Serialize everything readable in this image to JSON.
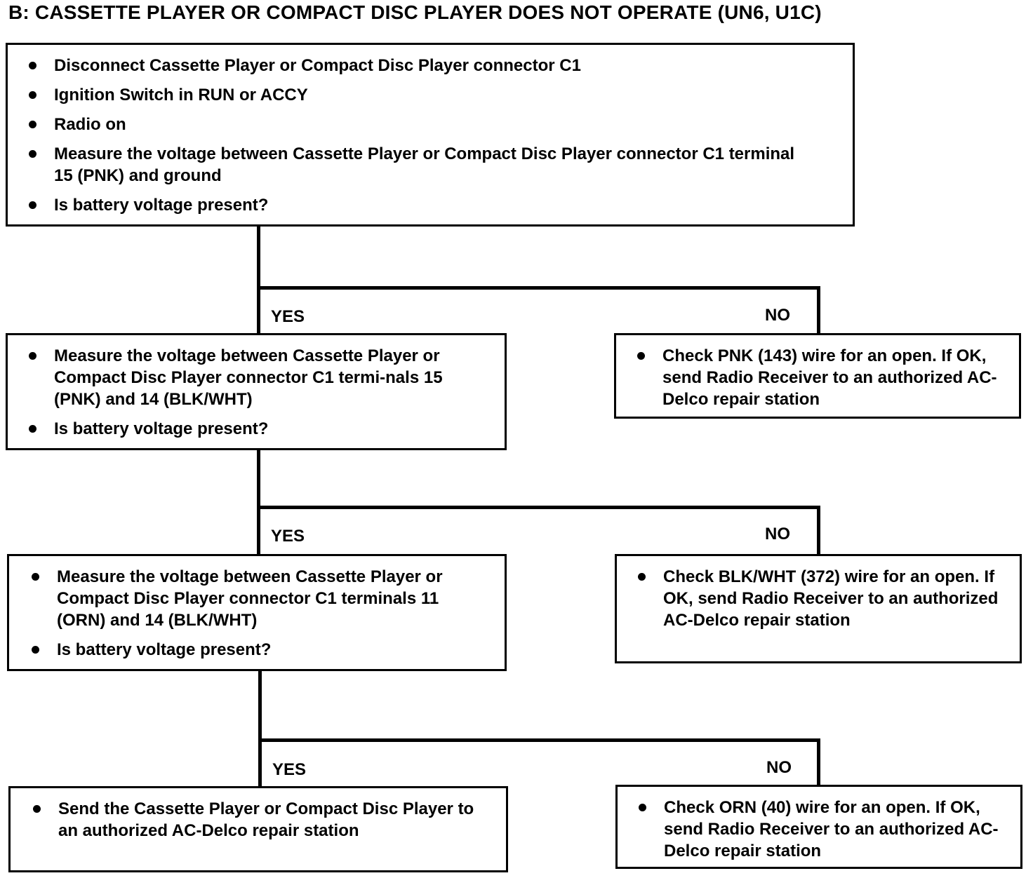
{
  "title": "B:  CASSETTE PLAYER OR COMPACT DISC PLAYER DOES NOT OPERATE (UN6, U1C)",
  "labels": {
    "yes": "YES",
    "no": "NO"
  },
  "boxes": {
    "step1": [
      "Disconnect Cassette Player or Compact Disc Player connector C1",
      "Ignition Switch in RUN or ACCY",
      "Radio on",
      "Measure the voltage  between Cassette Player or Compact Disc Player connector C1 terminal 15 (PNK) and ground",
      "Is battery voltage present?"
    ],
    "step2_yes": [
      "Measure the voltage between Cassette Player or Compact Disc Player connector C1 termi-nals 15 (PNK) and 14 (BLK/WHT)",
      "Is battery voltage present?"
    ],
    "step2_no": [
      "Check PNK (143) wire for an open. If OK, send Radio Receiver to an authorized AC-Delco repair station"
    ],
    "step3_yes": [
      "Measure the voltage between Cassette Player or Compact Disc Player connector C1 terminals 11 (ORN) and 14 (BLK/WHT)",
      "Is battery voltage present?"
    ],
    "step3_no": [
      "Check BLK/WHT (372) wire for an open. If OK, send Radio Receiver to an authorized AC-Delco repair station"
    ],
    "step4_yes": [
      "Send the Cassette Player or Compact Disc Player to an authorized AC-Delco repair station"
    ],
    "step4_no": [
      "Check ORN (40) wire for an open. If OK, send Radio Receiver to an authorized AC-Delco repair station"
    ]
  }
}
